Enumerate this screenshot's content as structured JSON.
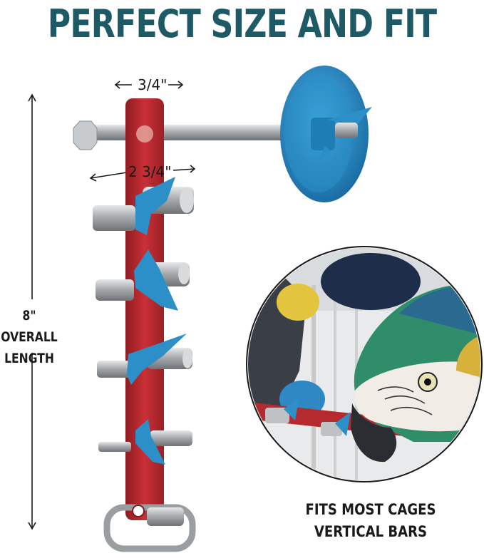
{
  "headline": "PERFECT SIZE AND FIT",
  "dimensions": {
    "width_small": "3/4\"",
    "width_large": "2 3/4\"",
    "length_line1": "8\" OVERALL",
    "length_line2": "LENGTH"
  },
  "caption": {
    "line1": "FITS MOST CAGES",
    "line2": "VERTICAL BARS"
  },
  "colors": {
    "headline": "#1e5a66",
    "bar": "#b42a2e",
    "wingnut": "#2d8fc8",
    "disc": "#2a8fc9",
    "metal": "#b9bcbf"
  }
}
